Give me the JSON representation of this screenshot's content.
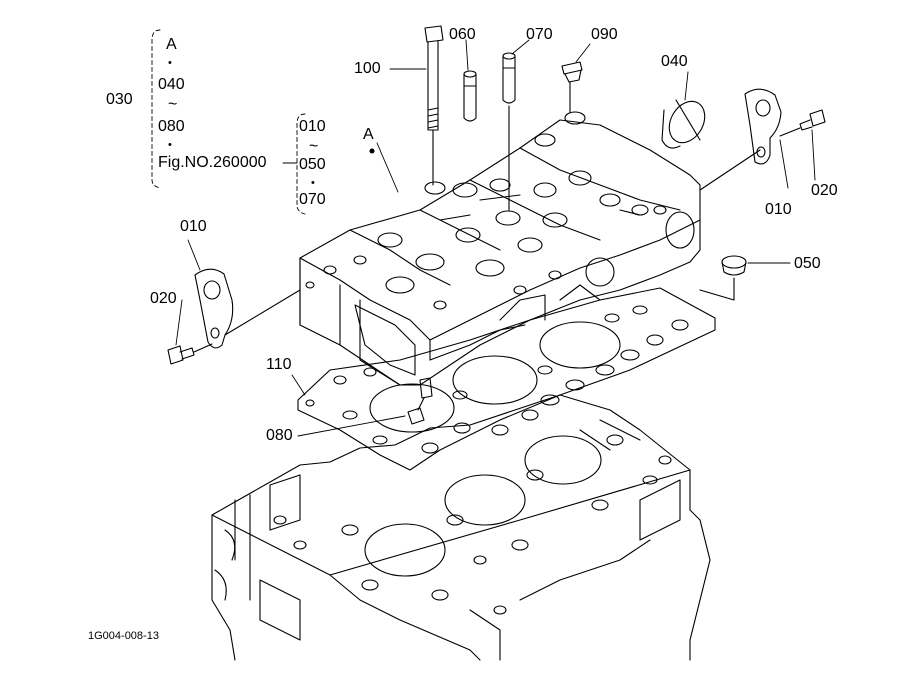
{
  "diagram": {
    "callouts": {
      "p100": "100",
      "p060": "060",
      "p070": "070",
      "p090": "090",
      "p040": "040",
      "p030": "030",
      "p010_right": "010",
      "p020_right": "020",
      "p050": "050",
      "p010_left": "010",
      "p020_left": "020",
      "p110": "110",
      "p080": "080",
      "ref_a": "A"
    },
    "group_030": {
      "line1": "A",
      "dot1": "•",
      "line2": "040",
      "tilde": "~",
      "line3": "080",
      "dot2": "•",
      "line4": "Fig.NO.260000"
    },
    "group_fig": {
      "line1": "010",
      "tilde": "~",
      "line2": "050",
      "dot": "•",
      "line3": "070"
    },
    "footer_code": "1G004-008-13"
  }
}
